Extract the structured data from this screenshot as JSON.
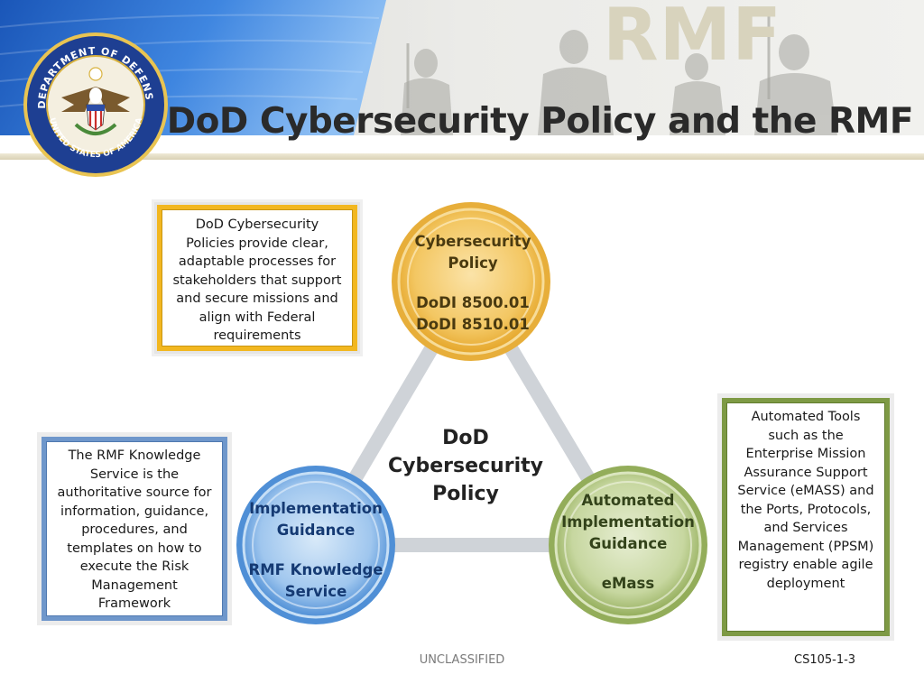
{
  "header": {
    "watermark": "RMF",
    "title": "DoD Cybersecurity Policy and the RMF"
  },
  "seal": {
    "name": "Department of Defense seal",
    "text": "DEPARTMENT OF DEFENSE · UNITED STATES OF AMERICA"
  },
  "boxes": {
    "policy_note": "DoD Cybersecurity Policies  provide clear, adaptable processes for stakeholders that support and secure missions and align with Federal requirements",
    "knowledge_note": "The RMF Knowledge Service is the authoritative source for information, guidance, procedures, and templates on how to execute the Risk Management Framework",
    "tools_note": "Automated Tools such as the Enterprise Mission Assurance Support Service (eMASS) and the Ports, Protocols, and Services Management (PPSM) registry enable agile deployment"
  },
  "diagram": {
    "center": {
      "line1": "DoD",
      "line2": "Cybersecurity",
      "line3": "Policy"
    },
    "top": {
      "line1": "Cybersecurity",
      "line2": "Policy",
      "line3": "DoDI 8500.01",
      "line4": "DoDI 8510.01"
    },
    "left": {
      "line1": "Implementation",
      "line2": "Guidance",
      "line3": "RMF Knowledge",
      "line4": "Service"
    },
    "right": {
      "line1": "Automated",
      "line2": "Implementation",
      "line3": "Guidance",
      "line4": "eMass"
    }
  },
  "footer": {
    "classification": "UNCLASSIFIED",
    "slide_code": "CS105-1-3"
  },
  "colors": {
    "gold": "#f2b720",
    "blue": "#6f97cb",
    "green": "#7e9a45",
    "header_blue": "#1f63c8"
  }
}
